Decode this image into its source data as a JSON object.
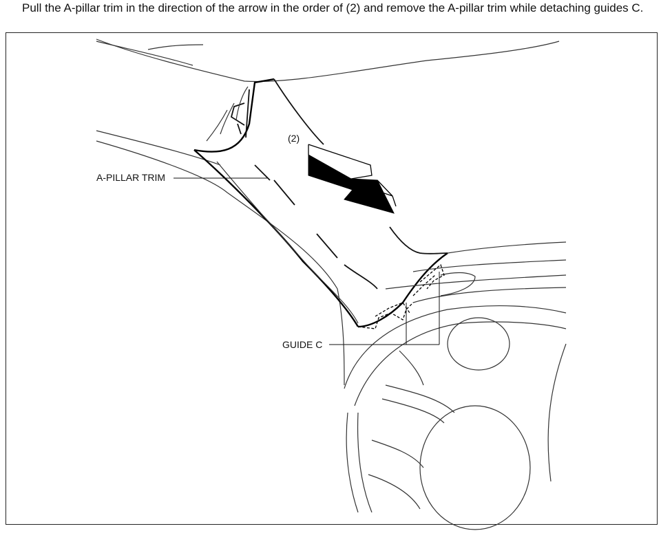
{
  "instruction": "Pull the A-pillar trim in the direction of the arrow in the order of (2) and remove the A-pillar trim while detaching guides C.",
  "labels": {
    "step": "(2)",
    "a_pillar_trim": "A-PILLAR TRIM",
    "guide_c": "GUIDE C"
  }
}
